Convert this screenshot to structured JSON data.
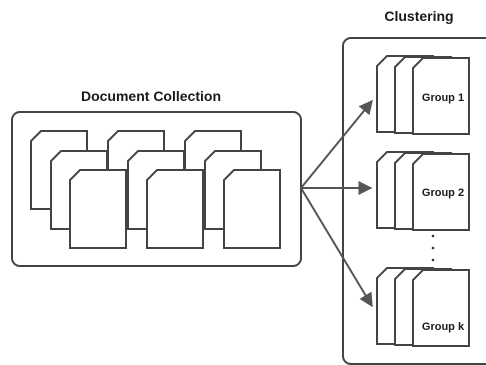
{
  "collection": {
    "title": "Document Collection"
  },
  "clustering": {
    "title": "Clustering",
    "groups": [
      {
        "label": "Group 1"
      },
      {
        "label": "Group 2"
      },
      {
        "label": "Group k"
      }
    ]
  },
  "colors": {
    "stroke": "#444444",
    "arrow": "#555555",
    "text": "#1a1a1a",
    "background": "#ffffff"
  }
}
